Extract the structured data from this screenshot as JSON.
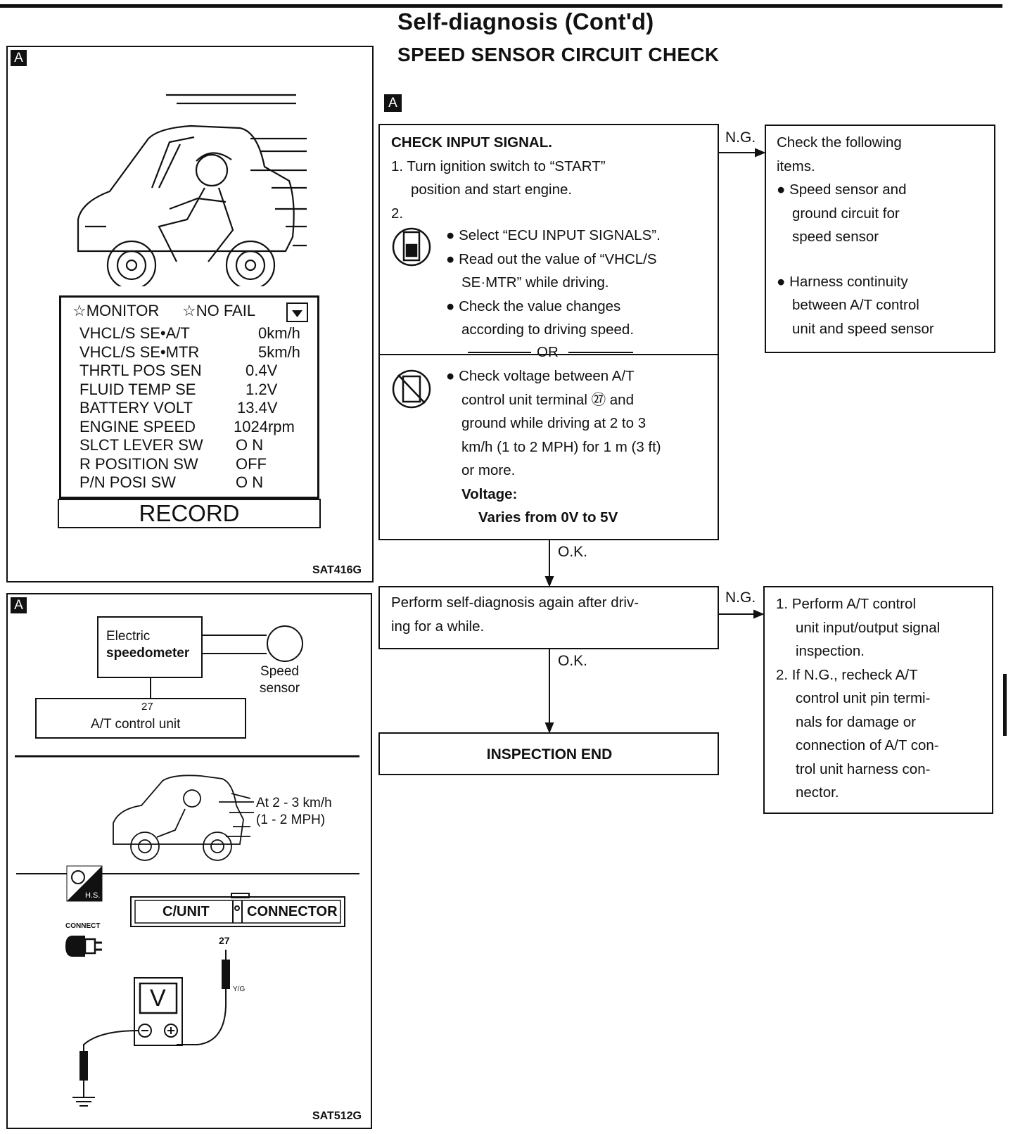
{
  "header": {
    "page_title": "Self-diagnosis (Cont'd)",
    "section_title": "SPEED SENSOR CIRCUIT CHECK"
  },
  "left_top_panel": {
    "tag": "A",
    "monitor": {
      "header_left": "☆MONITOR",
      "header_mid": "☆NO FAIL",
      "rows": [
        {
          "name": "VHCL/S SE•A/T",
          "value": "0km/h"
        },
        {
          "name": "VHCL/S SE•MTR",
          "value": "5km/h"
        },
        {
          "name": "THRTL POS SEN",
          "value": "0.4V"
        },
        {
          "name": "FLUID TEMP SE",
          "value": "1.2V"
        },
        {
          "name": "BATTERY VOLT",
          "value": "13.4V"
        },
        {
          "name": "ENGINE SPEED",
          "value": "1024rpm"
        },
        {
          "name": "SLCT LEVER SW",
          "value": "O N"
        },
        {
          "name": "R POSITION SW",
          "value": "OFF"
        },
        {
          "name": "P/N POSI SW",
          "value": "O N"
        }
      ],
      "record_button": "RECORD"
    },
    "code": "SAT416G"
  },
  "left_bottom_panel": {
    "tag": "A",
    "diagram": {
      "speedometer_line1": "Electric",
      "speedometer_line2": "speedometer",
      "sensor_line1": "Speed",
      "sensor_line2": "sensor",
      "terminal": "27",
      "control_unit": "A/T control unit"
    },
    "speed_note_line1": "At 2 - 3 km/h",
    "speed_note_line2": "(1 - 2 MPH)",
    "hs_label": "H.S.",
    "connect_label": "CONNECT",
    "cunit_label": "C/UNIT",
    "connector_label": "CONNECTOR",
    "pin_number": "27",
    "wire_color": "Y/G",
    "meter_label": "V",
    "code": "SAT512G"
  },
  "flowchart": {
    "tag": "A",
    "box1": {
      "title": "CHECK INPUT SIGNAL.",
      "step1_a": "1. Turn ignition switch to “START”",
      "step1_b": "position and start engine.",
      "step2": "2.",
      "b1": "● Select “ECU INPUT SIGNALS”.",
      "b2a": "● Read out the value of “VHCL/S",
      "b2b": "SE·MTR” while driving.",
      "b3a": "● Check the value changes",
      "b3b": "according to driving speed.",
      "or": "OR",
      "c1": "● Check voltage between A/T",
      "c2": "control unit terminal ㉗ and",
      "c3": "ground while driving at 2 to 3",
      "c4": "km/h (1 to 2 MPH) for 1 m (3 ft)",
      "c5": "or more.",
      "voltage_label": "Voltage:",
      "voltage_value": "Varies from 0V to 5V"
    },
    "ng1": "N.G.",
    "box1_ng": {
      "l1": "Check the following",
      "l2": "items.",
      "l3": "● Speed sensor and",
      "l4": "ground circuit for",
      "l5": "speed sensor",
      "l6": "● Harness continuity",
      "l7": "between A/T control",
      "l8": "unit and speed sensor"
    },
    "ok1": "O.K.",
    "box2": {
      "l1": "Perform self-diagnosis again after driv-",
      "l2": "ing for a while."
    },
    "ng2": "N.G.",
    "box2_ng": {
      "l1": "1. Perform A/T control",
      "l2": "unit input/output signal",
      "l3": "inspection.",
      "l4": "2. If N.G., recheck A/T",
      "l5": "control unit pin termi-",
      "l6": "nals for damage or",
      "l7": "connection of A/T con-",
      "l8": "trol unit harness con-",
      "l9": "nector."
    },
    "ok2": "O.K.",
    "end": "INSPECTION END"
  }
}
